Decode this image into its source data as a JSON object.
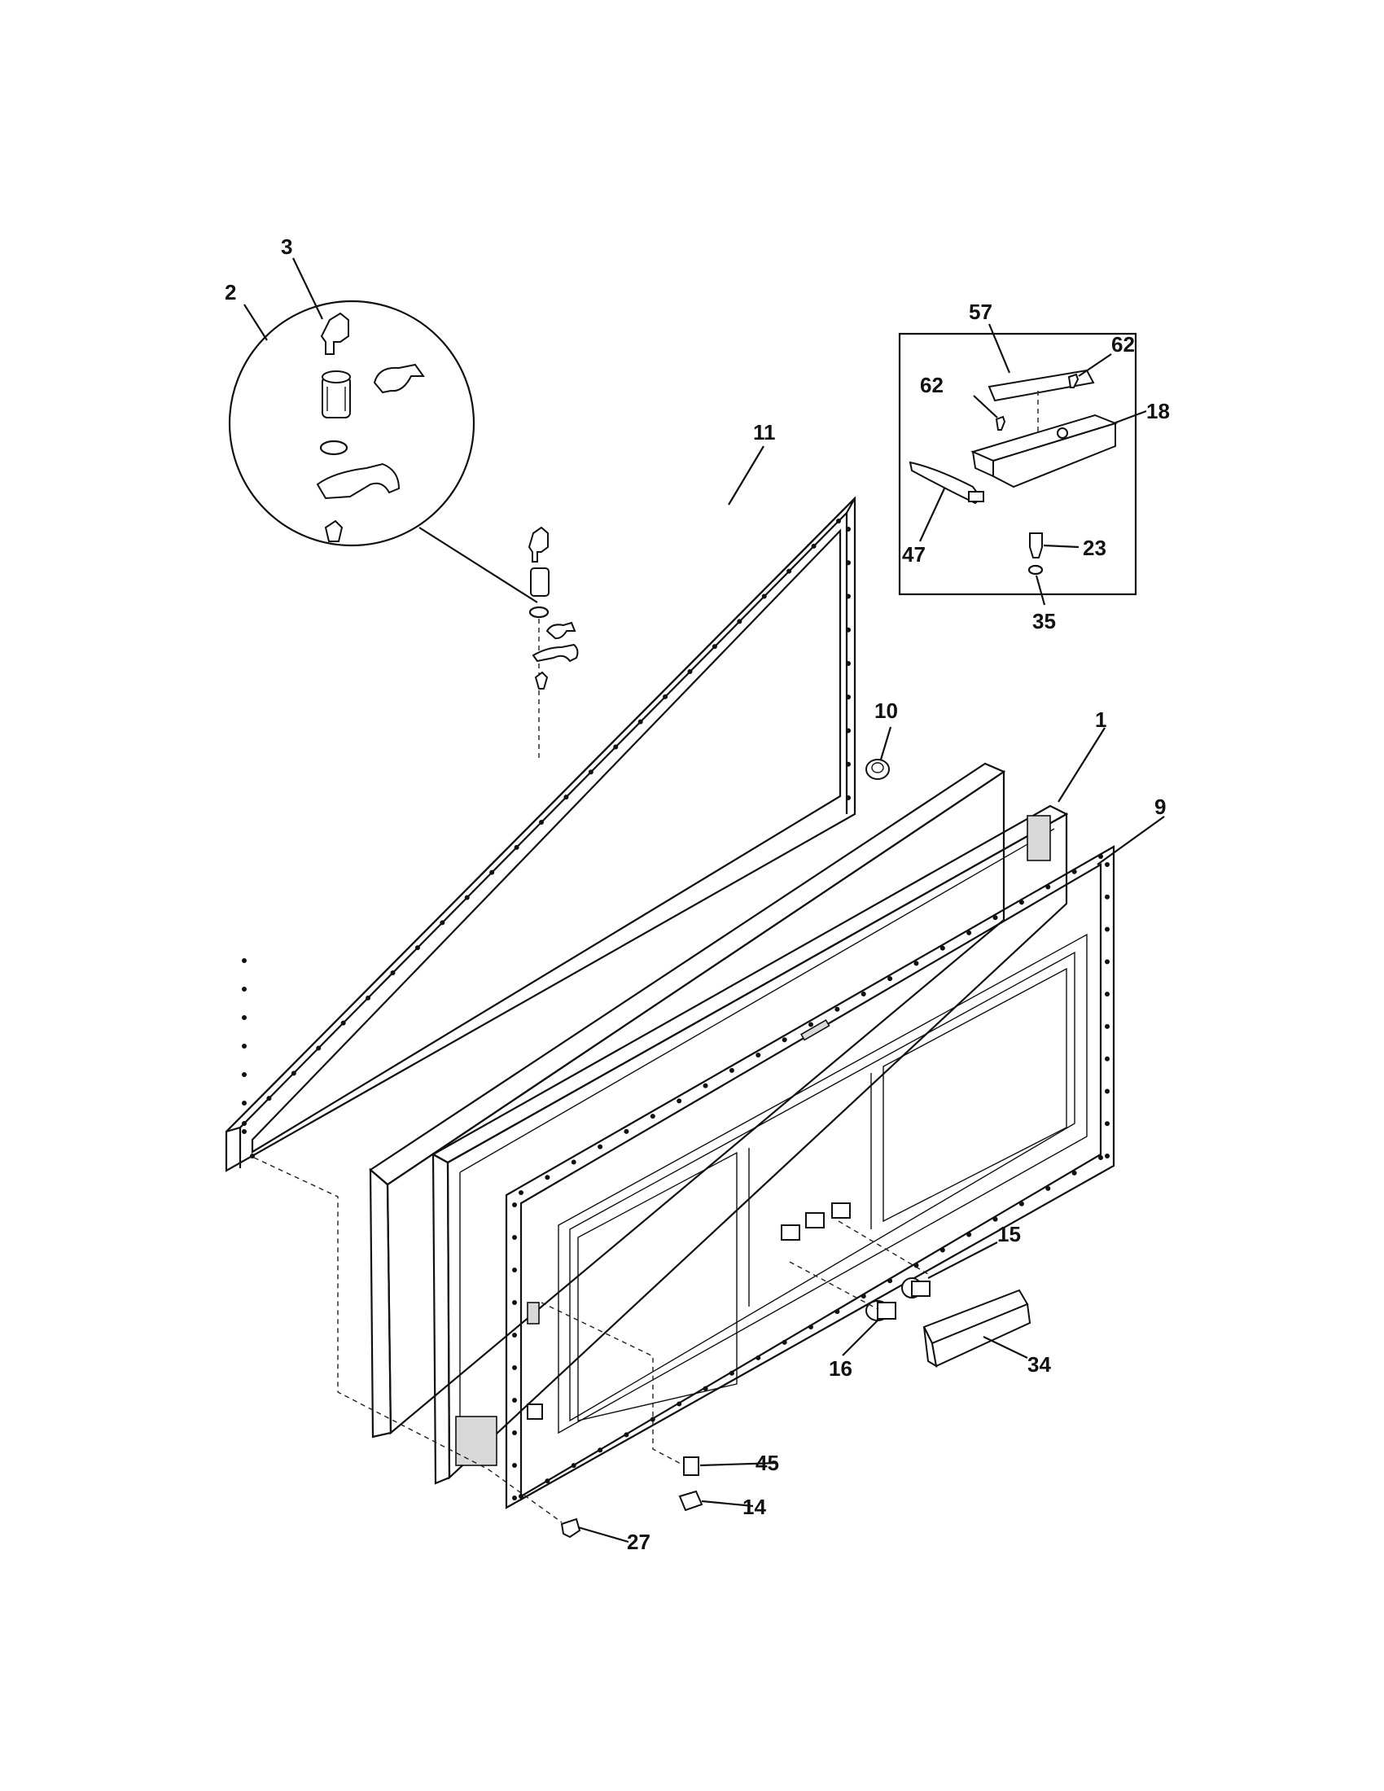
{
  "diagram": {
    "part_labels": {
      "p1": "1",
      "p2": "2",
      "p3": "3",
      "p9": "9",
      "p10": "10",
      "p11": "11",
      "p14": "14",
      "p15": "15",
      "p16": "16",
      "p18": "18",
      "p23": "23",
      "p27": "27",
      "p34": "34",
      "p35": "35",
      "p45": "45",
      "p47": "47",
      "p57": "57",
      "p62a": "62",
      "p62b": "62"
    }
  }
}
